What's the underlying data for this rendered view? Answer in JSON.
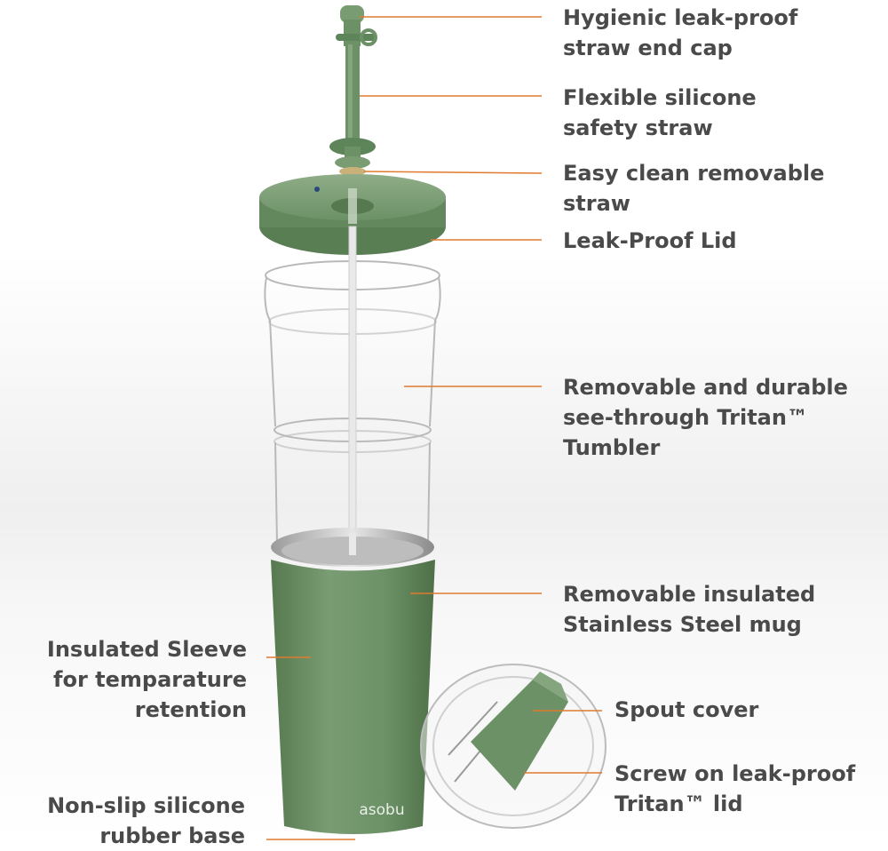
{
  "accent_color": "#e07a2e",
  "product_color": "#6c9167",
  "brand_text": "asobu",
  "callouts_right": [
    {
      "lines": [
        "Hygienic leak-proof",
        "straw end cap"
      ]
    },
    {
      "lines": [
        "Flexible silicone",
        "safety straw"
      ]
    },
    {
      "lines": [
        "Easy clean removable",
        "straw"
      ]
    },
    {
      "lines": [
        "Leak-Proof Lid"
      ]
    },
    {
      "lines": [
        "Removable and durable",
        "see-through Tritan™",
        "Tumbler"
      ]
    },
    {
      "lines": [
        "Removable insulated",
        "Stainless Steel mug"
      ]
    },
    {
      "lines": [
        "Spout cover"
      ]
    },
    {
      "lines": [
        "Screw on leak-proof",
        "Tritan™ lid"
      ]
    }
  ],
  "callouts_left": [
    {
      "lines": [
        "Insulated Sleeve",
        "for temparature",
        "retention"
      ]
    },
    {
      "lines": [
        "Non-slip silicone",
        "rubber base"
      ]
    }
  ]
}
